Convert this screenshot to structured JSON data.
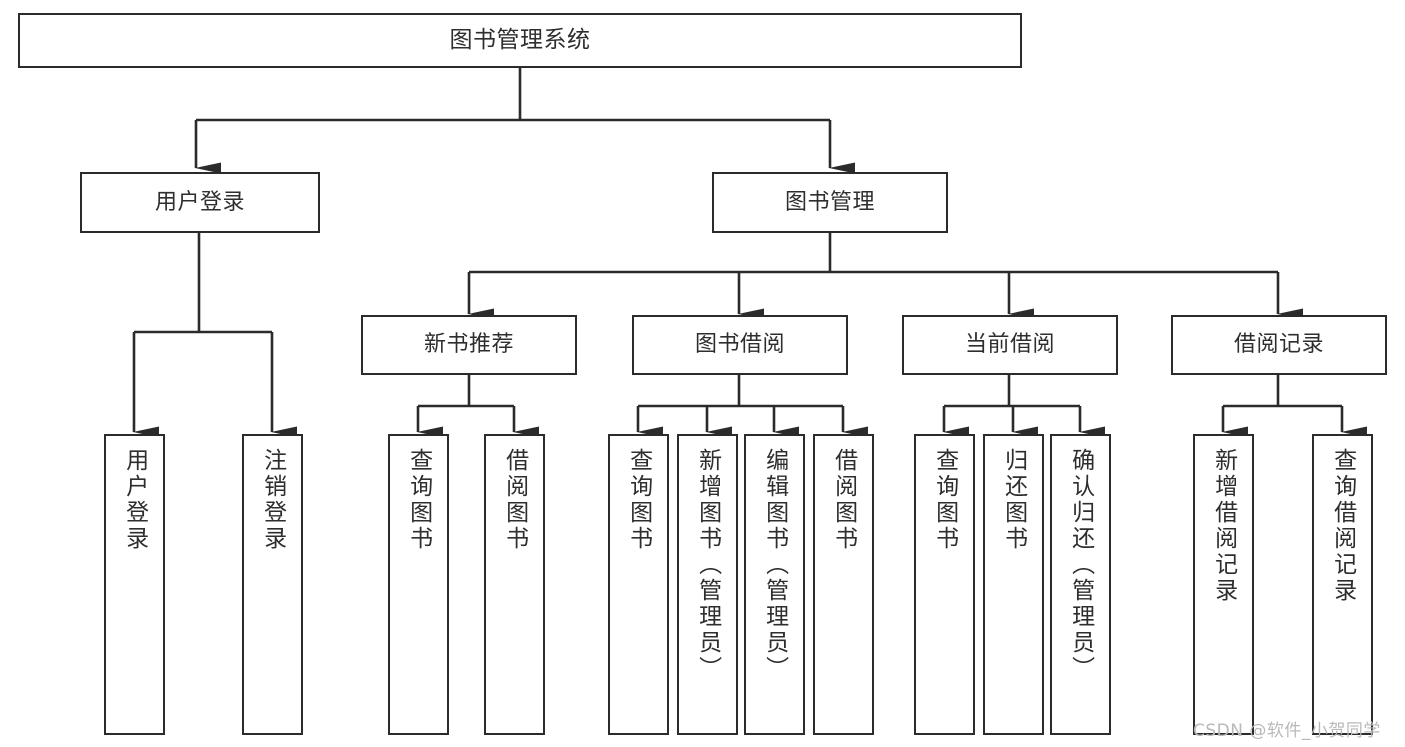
{
  "diagram": {
    "title": "图书管理系统",
    "type": "tree-hierarchy",
    "nodes": {
      "root": {
        "label": "图书管理系统"
      },
      "user_login": {
        "label": "用户登录"
      },
      "book_manage": {
        "label": "图书管理"
      },
      "new_book_rec": {
        "label": "新书推荐"
      },
      "book_borrow": {
        "label": "图书借阅"
      },
      "current_borrow": {
        "label": "当前借阅"
      },
      "borrow_record": {
        "label": "借阅记录"
      },
      "leaf_user_login": {
        "label": "用户登录"
      },
      "leaf_logout": {
        "label": "注销登录"
      },
      "leaf_query_book_1": {
        "label": "查询图书"
      },
      "leaf_borrow_book_1": {
        "label": "借阅图书"
      },
      "leaf_query_book_2": {
        "label": "查询图书"
      },
      "leaf_add_book": {
        "label": "新增图书（管理员）"
      },
      "leaf_edit_book": {
        "label": "编辑图书（管理员）"
      },
      "leaf_borrow_book_2": {
        "label": "借阅图书"
      },
      "leaf_query_book_3": {
        "label": "查询图书"
      },
      "leaf_return_book": {
        "label": "归还图书"
      },
      "leaf_confirm_return": {
        "label": "确认归还（管理员）"
      },
      "leaf_add_record": {
        "label": "新增借阅记录"
      },
      "leaf_query_record": {
        "label": "查询借阅记录"
      }
    },
    "colors": {
      "line": "#2b2b2b",
      "box_border": "#2b2b2b",
      "box_fill": "#ffffff",
      "text": "#2e2e2e",
      "watermark": "#b9b9b9"
    }
  },
  "watermark": {
    "text": "CSDN @软件_小贺同学"
  }
}
